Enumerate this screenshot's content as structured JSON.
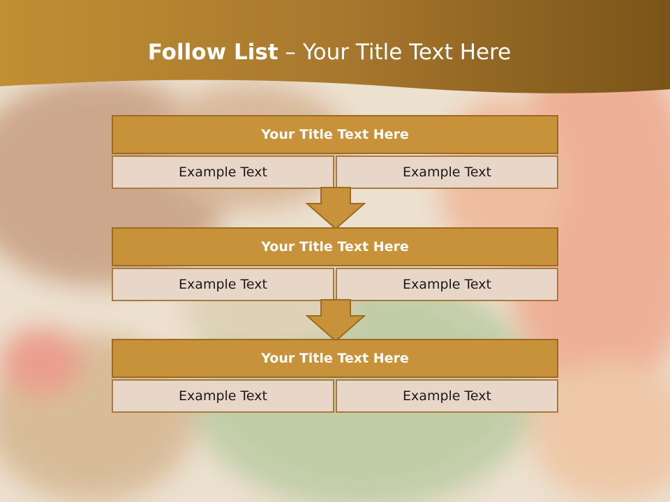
{
  "slide": {
    "title_bold": "Follow List",
    "title_rest": " – Your Title Text Here"
  },
  "blocks": [
    {
      "title": "Your Title Text Here",
      "cells": [
        "Example Text",
        "Example Text"
      ]
    },
    {
      "title": "Your Title Text Here",
      "cells": [
        "Example Text",
        "Example Text"
      ]
    },
    {
      "title": "Your Title Text Here",
      "cells": [
        "Example Text",
        "Example Text"
      ]
    }
  ],
  "colors": {
    "header_band": "#a8782e",
    "block_title_fill": "#c8923a",
    "cell_fill": "#e8d6c8",
    "arrow_fill": "#c8923a"
  },
  "icons": [
    "down-arrow-icon"
  ]
}
